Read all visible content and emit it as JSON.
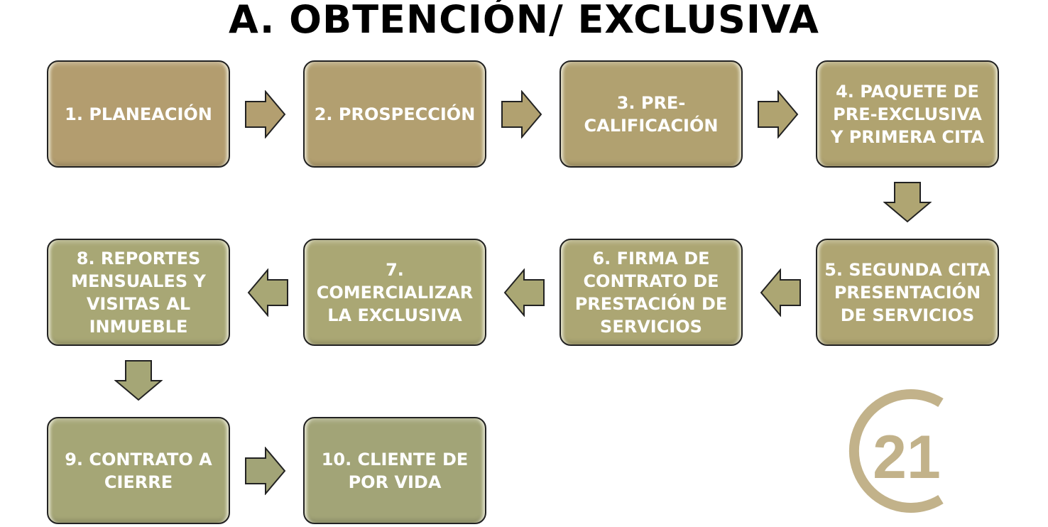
{
  "title": "A. OBTENCIÓN/ EXCLUSIVA",
  "steps": [
    {
      "label": "1. PLANEACIÓN",
      "color": "#b39d6f"
    },
    {
      "label": "2. PROSPECCIÓN",
      "color": "#b29f70"
    },
    {
      "label": "3. PRE-CALIFICACIÓN",
      "color": "#b1a170"
    },
    {
      "label": "4. PAQUETE DE PRE-EXCLUSIVA Y PRIMERA CITA",
      "color": "#b0a370"
    },
    {
      "label": "5. SEGUNDA CITA PRESENTACIÓN DE SERVICIOS",
      "color": "#afa572"
    },
    {
      "label": "6. FIRMA DE CONTRATO DE PRESTACIÓN DE SERVICIOS",
      "color": "#aca673"
    },
    {
      "label": "7. COMERCIALIZAR LA EXCLUSIVA",
      "color": "#aaa774"
    },
    {
      "label": "8. REPORTES MENSUALES Y VISITAS AL INMUEBLE",
      "color": "#a8a775"
    },
    {
      "label": "9. CONTRATO A CIERRE",
      "color": "#a5a676"
    },
    {
      "label": "10. CLIENTE DE POR VIDA",
      "color": "#a2a477"
    }
  ],
  "logo_text": "21"
}
